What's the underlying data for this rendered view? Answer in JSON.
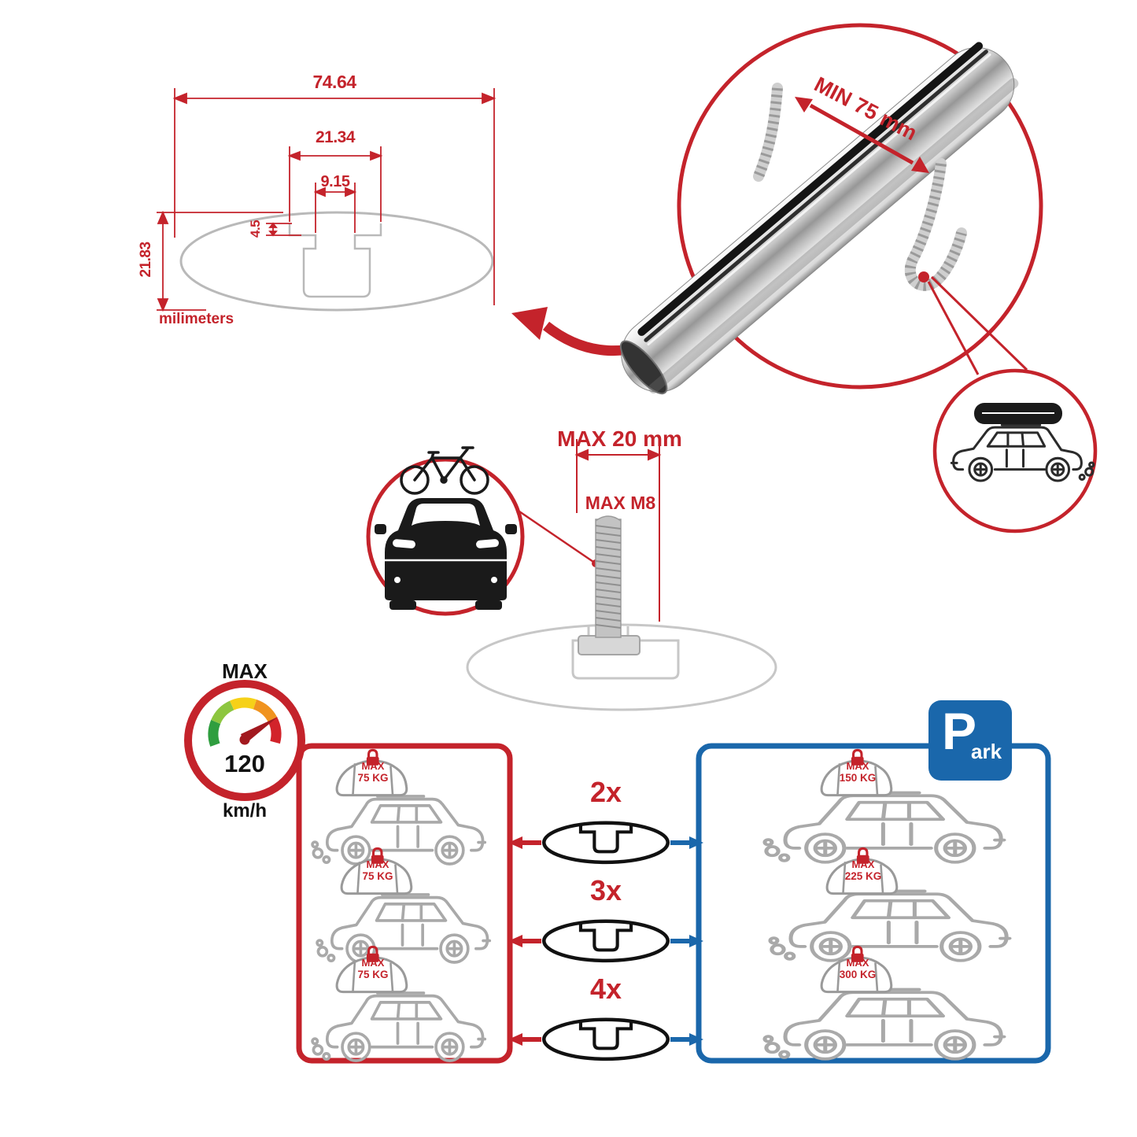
{
  "technical_drawing": {
    "width_total": "74.64",
    "flange_width": "21.34",
    "slot_width": "9.15",
    "slot_depth": "4.5",
    "height": "21.83",
    "unit_label": "milimeters"
  },
  "crossbar": {
    "min_clamp_label": "MIN 75 mm"
  },
  "bolt": {
    "max_length_label": "MAX 20 mm",
    "max_thread_label": "MAX M8"
  },
  "speedometer": {
    "label": "MAX",
    "value": "120",
    "unit": "km/h"
  },
  "parking_sign": {
    "letter": "P",
    "suffix": "ark"
  },
  "load_panels": {
    "multipliers": [
      "2x",
      "3x",
      "4x"
    ],
    "driving": {
      "cars": [
        {
          "max": "MAX",
          "weight": "75 KG"
        },
        {
          "max": "MAX",
          "weight": "75 KG"
        },
        {
          "max": "MAX",
          "weight": "75 KG"
        }
      ]
    },
    "parked": {
      "cars": [
        {
          "max": "MAX",
          "weight": "150 KG"
        },
        {
          "max": "MAX",
          "weight": "225 KG"
        },
        {
          "max": "MAX",
          "weight": "300 KG"
        }
      ]
    }
  },
  "colors": {
    "accent_red": "#c4232b",
    "accent_blue": "#1a67ab",
    "line_gray": "#aaaaaa"
  }
}
